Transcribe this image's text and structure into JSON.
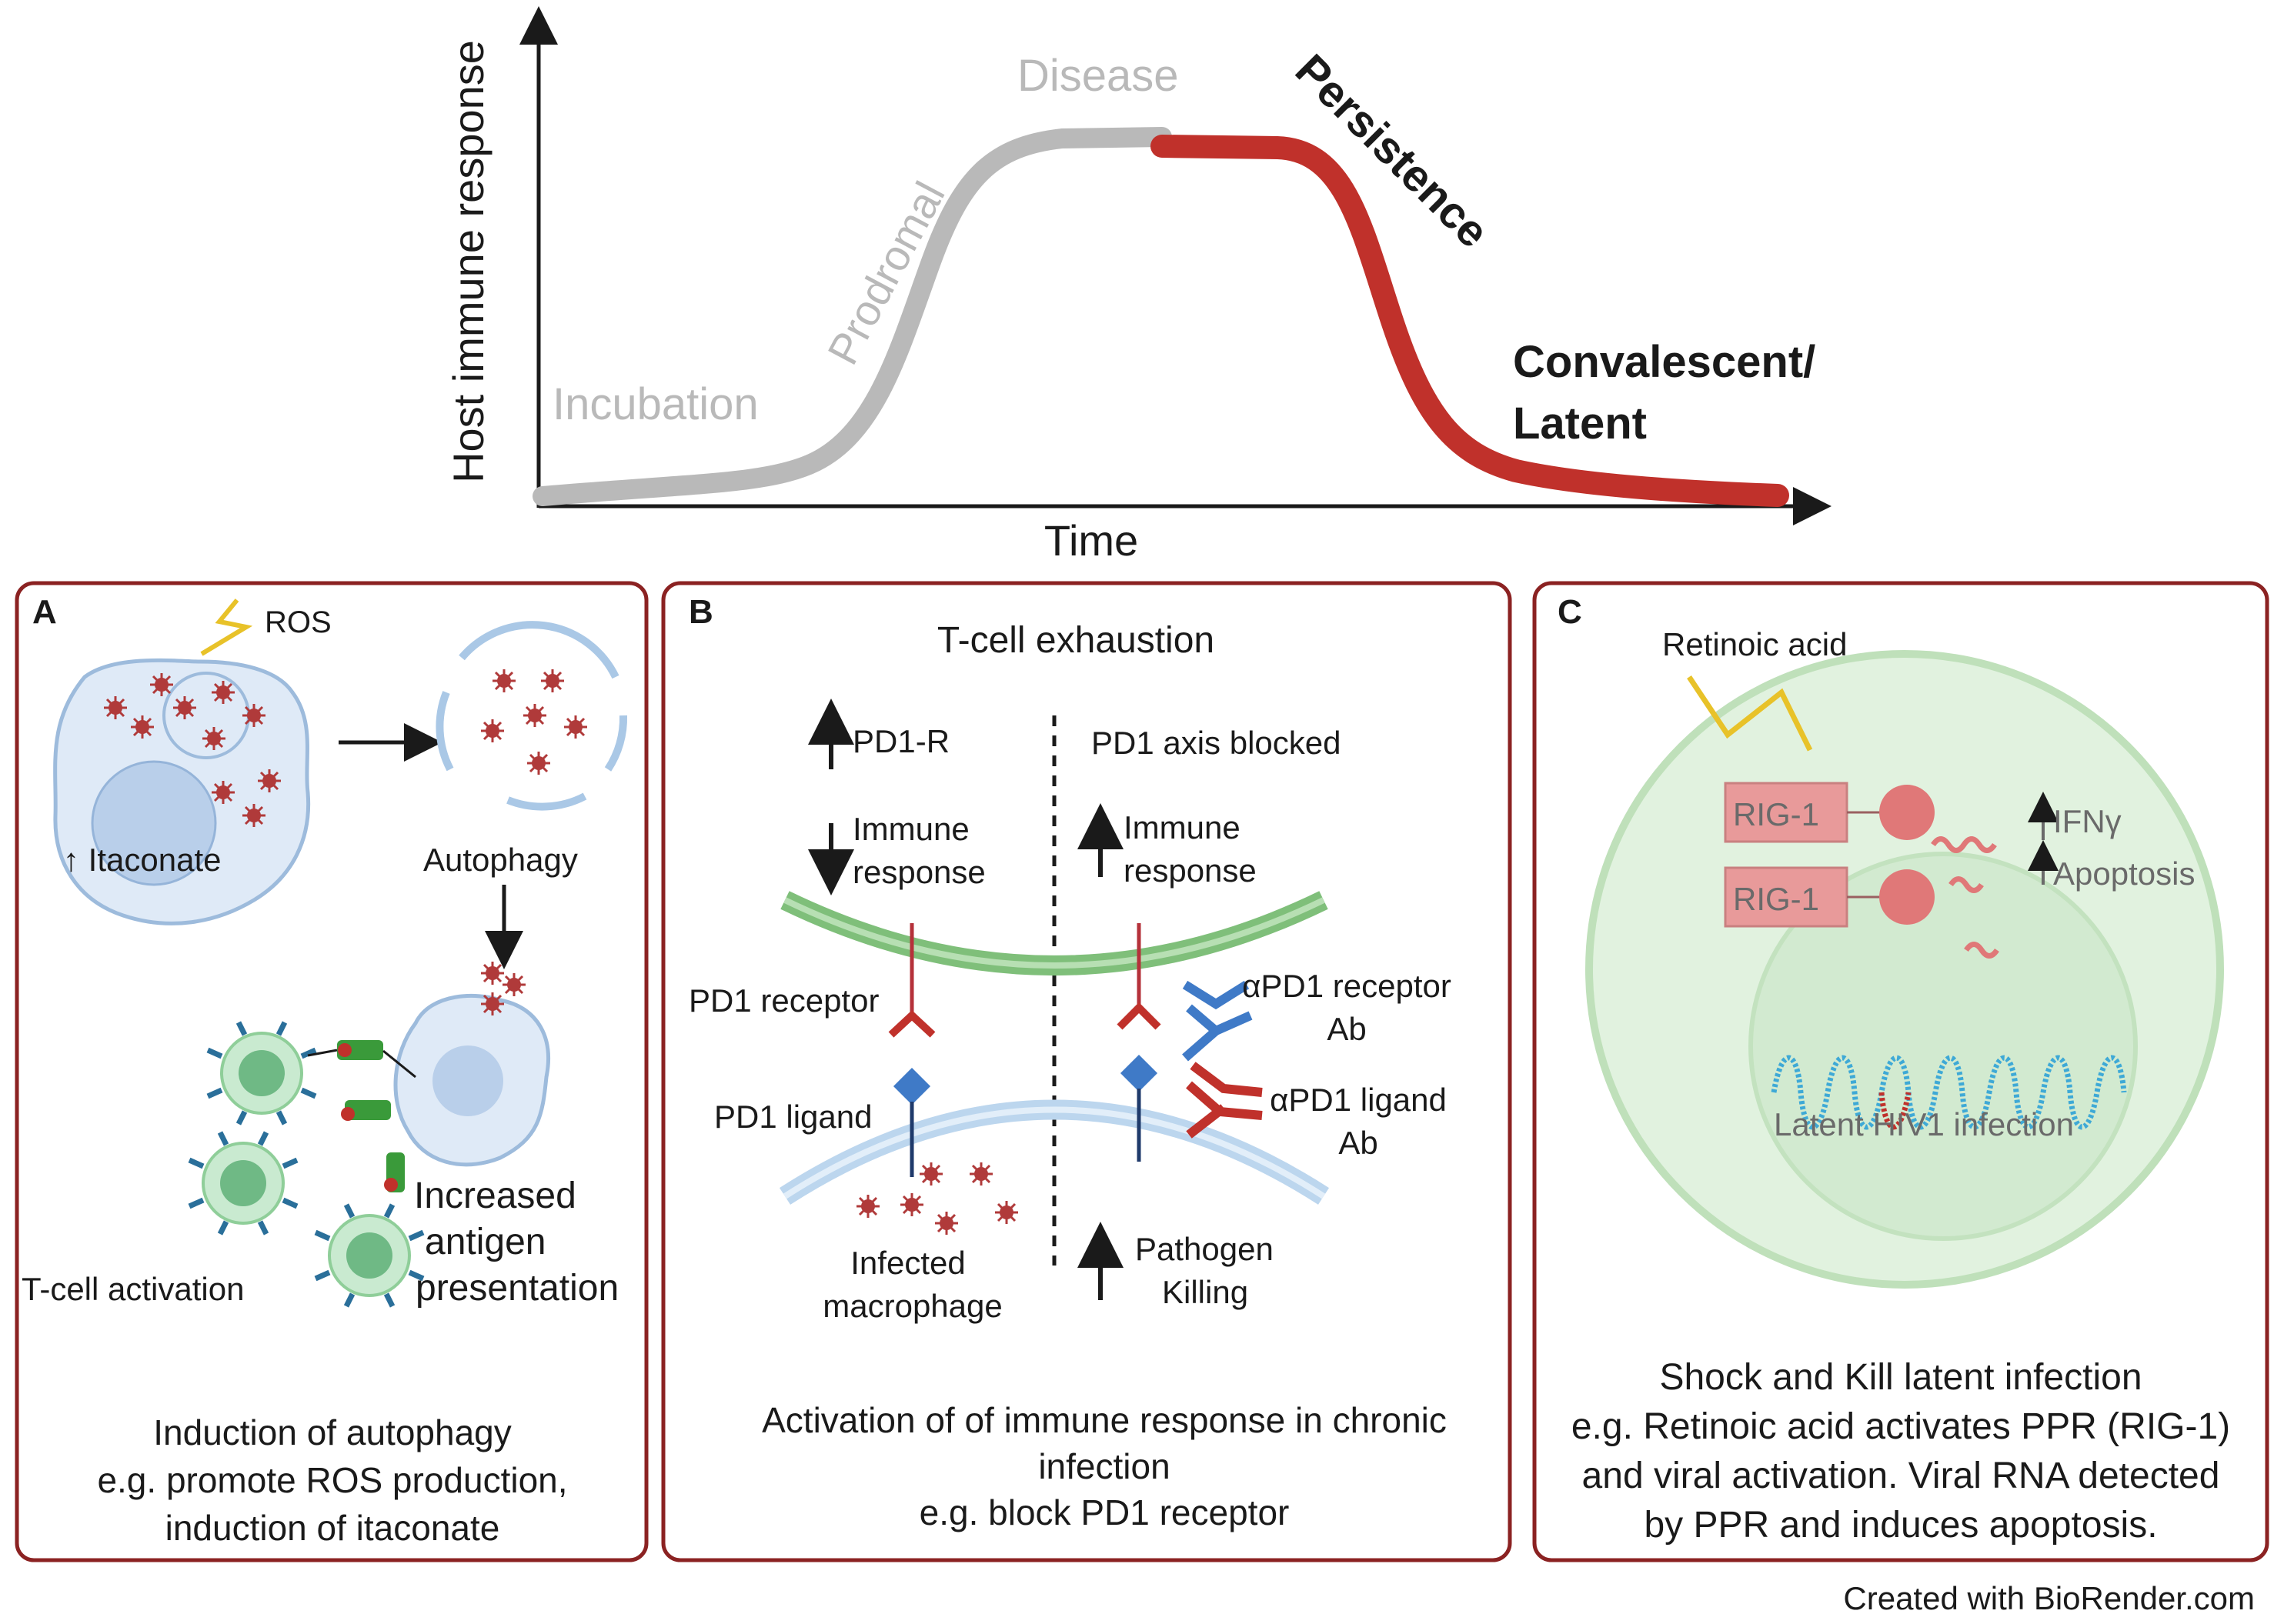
{
  "curve": {
    "y_axis_label": "Host immune response",
    "x_axis_label": "Time",
    "phases": [
      "Incubation",
      "Prodromal",
      "Disease",
      "Persistence",
      "Convalescent/",
      "Latent"
    ]
  },
  "panel_a": {
    "letter": "A",
    "ros": "ROS",
    "itaconate": "↑ Itaconate",
    "autophagy": "Autophagy",
    "increased": "Increased",
    "antigen": "antigen",
    "presentation": "presentation",
    "tcell_activation": "T-cell activation",
    "caption": [
      "Induction of autophagy",
      "e.g. promote ROS production,",
      "induction of itaconate"
    ]
  },
  "panel_b": {
    "letter": "B",
    "title": "T-cell exhaustion",
    "pd1r": "PD1-R",
    "immune": "Immune",
    "response": "response",
    "axis_blocked": "PD1 axis blocked",
    "pd1_receptor": "PD1 receptor",
    "pd1_ligand": "PD1 ligand",
    "ab_receptor_1": "αPD1 receptor",
    "ab_receptor_2": "Ab",
    "ab_ligand_1": "αPD1 ligand",
    "ab_ligand_2": "Ab",
    "infected": "Infected",
    "macrophage": "macrophage",
    "pathogen": "Pathogen",
    "killing": "Killing",
    "caption": [
      "Activation of of immune response in chronic",
      "infection",
      "e.g. block PD1 receptor"
    ]
  },
  "panel_c": {
    "letter": "C",
    "retinoic": "Retinoic acid",
    "rig1": "RIG-1",
    "ifn": "IFNγ",
    "apoptosis": "Apoptosis",
    "latent": "Latent HIV1 infection",
    "caption": [
      "Shock and Kill latent infection",
      "e.g. Retinoic acid activates PPR (RIG-1)",
      "and viral activation. Viral RNA detected",
      "by PPR and induces apoptosis."
    ]
  },
  "credit": "Created with BioRender.com",
  "colors": {
    "panel_border": "#8b2222",
    "curve_grey": "#b9b9b9",
    "curve_red": "#c0312b",
    "membrane_green": "#7fbf7a",
    "membrane_blue": "#bcd6ee",
    "virus": "#b03a3a",
    "tcell_green": "#8fce99",
    "rig_pink": "#e89a9a"
  }
}
